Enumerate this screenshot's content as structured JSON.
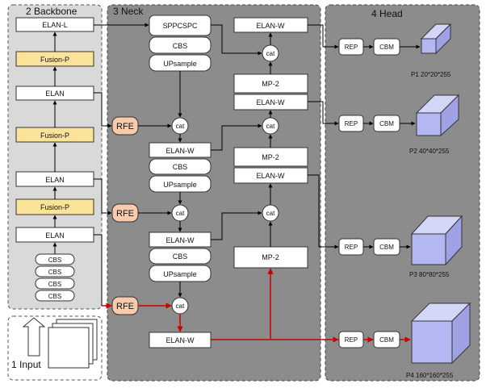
{
  "sections": {
    "backbone": "2 Backbone",
    "neck": "3 Neck",
    "head": "4 Head",
    "input": "1 Input"
  },
  "labels": {
    "elan_l": "ELAN-L",
    "fusion_p": "Fusion-P",
    "elan": "ELAN",
    "cbs": "CBS",
    "sppcspc": "SPPCSPC",
    "upsample": "UPsample",
    "elan_w": "ELAN-W",
    "mp2": "MP-2",
    "cat": "cat",
    "rfe": "RFE",
    "rep": "REP",
    "cbm": "CBM"
  },
  "outputs": {
    "p1": "P1 20*20*255",
    "p2": "P2 40*40*255",
    "p3": "P3 80*80*255",
    "p4": "P4 160*160*255"
  },
  "colors": {
    "panel_backbone": "#d9d9d9",
    "panel_neck": "#8c8c8c",
    "panel_head": "#8c8c8c",
    "fusion_fill": "#fbe49a",
    "rfe_fill": "#f8cbad",
    "cube_fill": "#b4b8f0",
    "red_line": "#cc0000"
  }
}
